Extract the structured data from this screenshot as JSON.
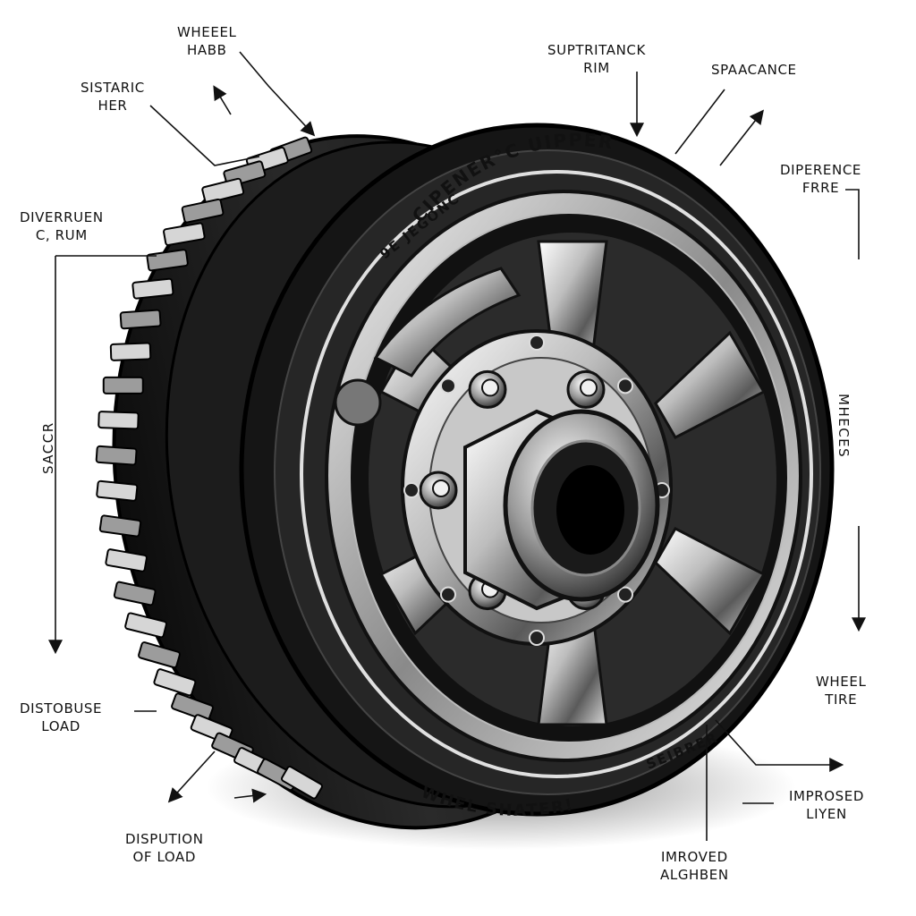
{
  "labels": {
    "wheel_habb": [
      "WHEEEL",
      "HABB"
    ],
    "sistaric_her": [
      "SISTARIC",
      "HER"
    ],
    "suptritanck_rim": [
      "SUPTRITANCK",
      "RIM"
    ],
    "spaacance": [
      "SPAACANCE"
    ],
    "diperence_frre": [
      "DIPERENCE",
      "FRRE"
    ],
    "diverruen_rum": [
      "DIVERRUEN",
      "C, RUM"
    ],
    "saccr": "SACCR",
    "mheces": "MHECES",
    "wheel_tire": [
      "WHEEL",
      "TIRE"
    ],
    "distobuse_load": [
      "DISTOBUSE",
      "LOAD"
    ],
    "improsed_liyen": [
      "IMPROSED",
      "LIYEN"
    ],
    "dispution_of_load": [
      "DISPUTION",
      "OF LOAD"
    ],
    "improved_alghben": [
      "IMROVED",
      "ALGHBEN"
    ]
  },
  "ring_text": {
    "top": "CIPENER°C UIPPER",
    "bottom": "WHEL SHATER!",
    "left": "9E JEGONC",
    "lower_left": "SEIBRER"
  },
  "colors": {
    "ink": "#111111",
    "tire_dark": "#1a1a1a",
    "metal_light": "#e6e6e6",
    "metal_mid": "#9a9a9a",
    "background": "#ffffff"
  }
}
